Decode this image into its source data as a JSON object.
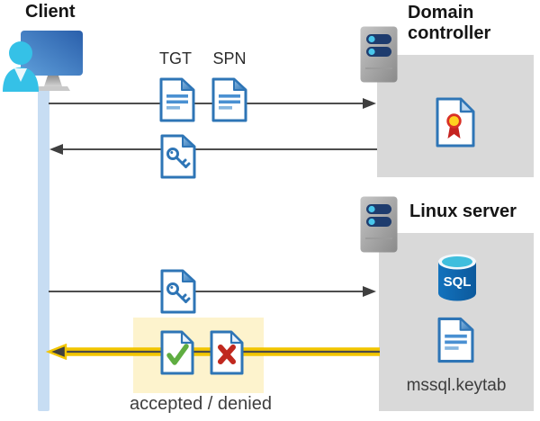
{
  "diagram": {
    "client_label": "Client",
    "tgt_label": "TGT",
    "spn_label": "SPN",
    "domain_controller_title": "Domain controller",
    "linux_server_title": "Linux server",
    "sql_label": "SQL",
    "keytab_label": "mssql.keytab",
    "result_label": "accepted / denied"
  },
  "colors": {
    "box_gray": "#d9d9d9",
    "highlight_yellow": "#fdf3cd",
    "timeline_blue": "#c7ddf3",
    "document_border_blue": "#2e75b6",
    "person_cyan": "#35c1e7",
    "monitor_blue": "#3c78c2",
    "arrow_gray": "#474747",
    "arrow_highlight_yellow": "#f2c500",
    "check_green": "#5fad41",
    "deny_red": "#c0281e",
    "sql_cylinder_blue": "#0f6ab4",
    "certificate_seal_yellow": "#ffd21f",
    "certificate_seal_red": "#d93025",
    "server_pill_navy": "#1e3c6e"
  }
}
